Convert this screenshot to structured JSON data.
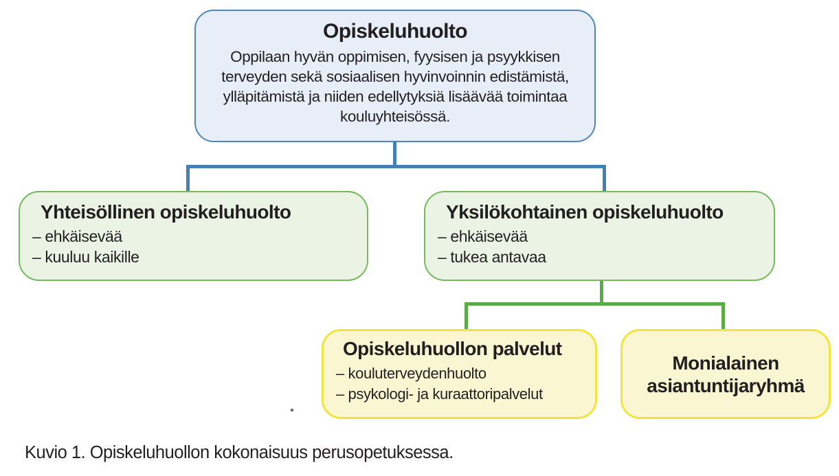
{
  "diagram": {
    "root": {
      "title": "Opiskeluhuolto",
      "body": "Oppilaan hyvän oppimisen, fyysisen ja psyykkisen terveyden sekä sosiaalisen hyvinvoinnin edistämistä, ylläpitämistä ja niiden edellytyksiä lisäävää toimintaa kouluyhteisössä."
    },
    "communal": {
      "title": "Yhteisöllinen opiskeluhuolto",
      "items": [
        "– ehkäisevää",
        "– kuuluu kaikille"
      ]
    },
    "individual": {
      "title": "Yksilökohtainen opiskeluhuolto",
      "items": [
        "– ehkäisevää",
        "– tukea antavaa"
      ]
    },
    "services": {
      "title": "Opiskeluhuollon palvelut",
      "items": [
        "– kouluterveydenhuolto",
        "– psykologi- ja kuraattoripalvelut"
      ]
    },
    "expert_group": {
      "title": "Monialainen asiantuntijaryhmä"
    },
    "caption": "Kuvio 1. Opiskeluhuollon kokonaisuus perusopetuksessa."
  },
  "colors": {
    "blue_fill": "#e7eef7",
    "blue_border": "#4e86b8",
    "blue_line": "#4480b6",
    "green_fill": "#eaf3e4",
    "green_border": "#74ba5c",
    "green_line": "#5bab48",
    "yellow_fill": "#fbf6d2",
    "yellow_border": "#f2e53a",
    "text": "#231f20",
    "background": "#ffffff"
  }
}
